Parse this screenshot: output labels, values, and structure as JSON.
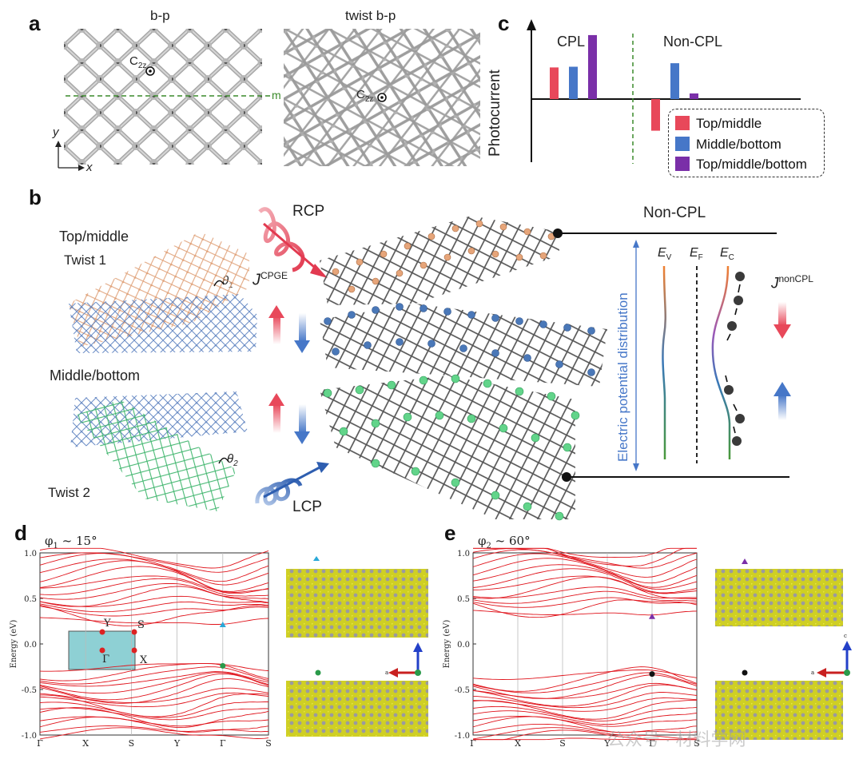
{
  "panels": {
    "a": {
      "label": "a",
      "left_title": "b-p",
      "right_title": "twist b-p",
      "sym_c2z": "C",
      "sym_c2z_sub": "2z",
      "mirror": "m",
      "axis_x": "x",
      "axis_y": "y"
    },
    "b": {
      "label": "b",
      "top_middle": "Top/middle",
      "twist1": "Twist 1",
      "theta1": "θ",
      "theta1_sub": "1",
      "middle_bottom": "Middle/bottom",
      "twist2": "Twist 2",
      "theta2": "θ",
      "theta2_sub": "2",
      "rcp": "RCP",
      "lcp": "LCP",
      "j_cpge": "J",
      "j_cpge_sup": "CPGE",
      "non_cpl": "Non-CPL",
      "ev": "E",
      "ev_sub": "V",
      "ef": "E",
      "ef_sub": "F",
      "ec": "E",
      "ec_sub": "C",
      "j_noncpl": "J",
      "j_noncpl_sup": "nonCPL",
      "potential_axis": "Electric potential distribution"
    },
    "c": {
      "label": "c",
      "ylabel": "Photocurrent",
      "group_cpl": "CPL",
      "group_noncpl": "Non-CPL"
    },
    "d": {
      "label": "d",
      "angle": "φ",
      "angle_sub": "1",
      "angle_value": " ~ 15°",
      "bz": {
        "Y": "Y",
        "S": "S",
        "G": "Γ",
        "X": "X"
      },
      "axis_a": "a"
    },
    "e": {
      "label": "e",
      "angle": "φ",
      "angle_sub": "2",
      "angle_value": " ~ 60°",
      "axis_a": "a",
      "axis_c": "c"
    }
  },
  "colors": {
    "red": "#e8485a",
    "blue": "#4677c8",
    "purple": "#7a2fa8",
    "band": "#e0141c",
    "orange_atom": "#e6a57a",
    "blue_atom": "#4a78b8",
    "green_atom": "#62d48a"
  },
  "watermark": "公众号 · 材料学网",
  "chart_data": [
    {
      "type": "bar",
      "title": "",
      "ylabel": "Photocurrent",
      "groups": [
        "CPL",
        "Non-CPL"
      ],
      "series": [
        {
          "name": "Top/middle",
          "color": "#e8485a",
          "values": [
            0.45,
            -0.45
          ]
        },
        {
          "name": "Middle/bottom",
          "color": "#4677c8",
          "values": [
            0.46,
            0.51
          ]
        },
        {
          "name": "Top/middle/bottom",
          "color": "#7a2fa8",
          "values": [
            0.91,
            0.08
          ]
        }
      ]
    },
    {
      "type": "line",
      "title": "",
      "ylabel": "Energy (eV)",
      "ylim": [
        -1.0,
        1.0
      ],
      "yticks": [
        "-1.0",
        "-0.5",
        "0.0",
        "0.5",
        "1.0"
      ],
      "kpath": [
        "Γ",
        "X",
        "S",
        "Y",
        "Γ",
        "S"
      ],
      "markers": [
        {
          "name": "CBM",
          "x": 4,
          "y": 0.21,
          "color": "#2aa8d8"
        },
        {
          "name": "VBM",
          "x": 4,
          "y": -0.24,
          "color": "#2a9a4a"
        }
      ]
    },
    {
      "type": "line",
      "title": "",
      "ylabel": "Energy (eV)",
      "ylim": [
        -1.0,
        1.0
      ],
      "yticks": [
        "-1.0",
        "-0.5",
        "0.0",
        "0.5",
        "1.0"
      ],
      "kpath": [
        "Γ",
        "X",
        "S",
        "Y",
        "Γ",
        "S"
      ],
      "markers": [
        {
          "name": "CBM",
          "x": 4,
          "y": 0.3,
          "color": "#7a2fa8"
        },
        {
          "name": "VBM",
          "x": 4,
          "y": -0.33,
          "color": "#111111"
        }
      ]
    }
  ]
}
